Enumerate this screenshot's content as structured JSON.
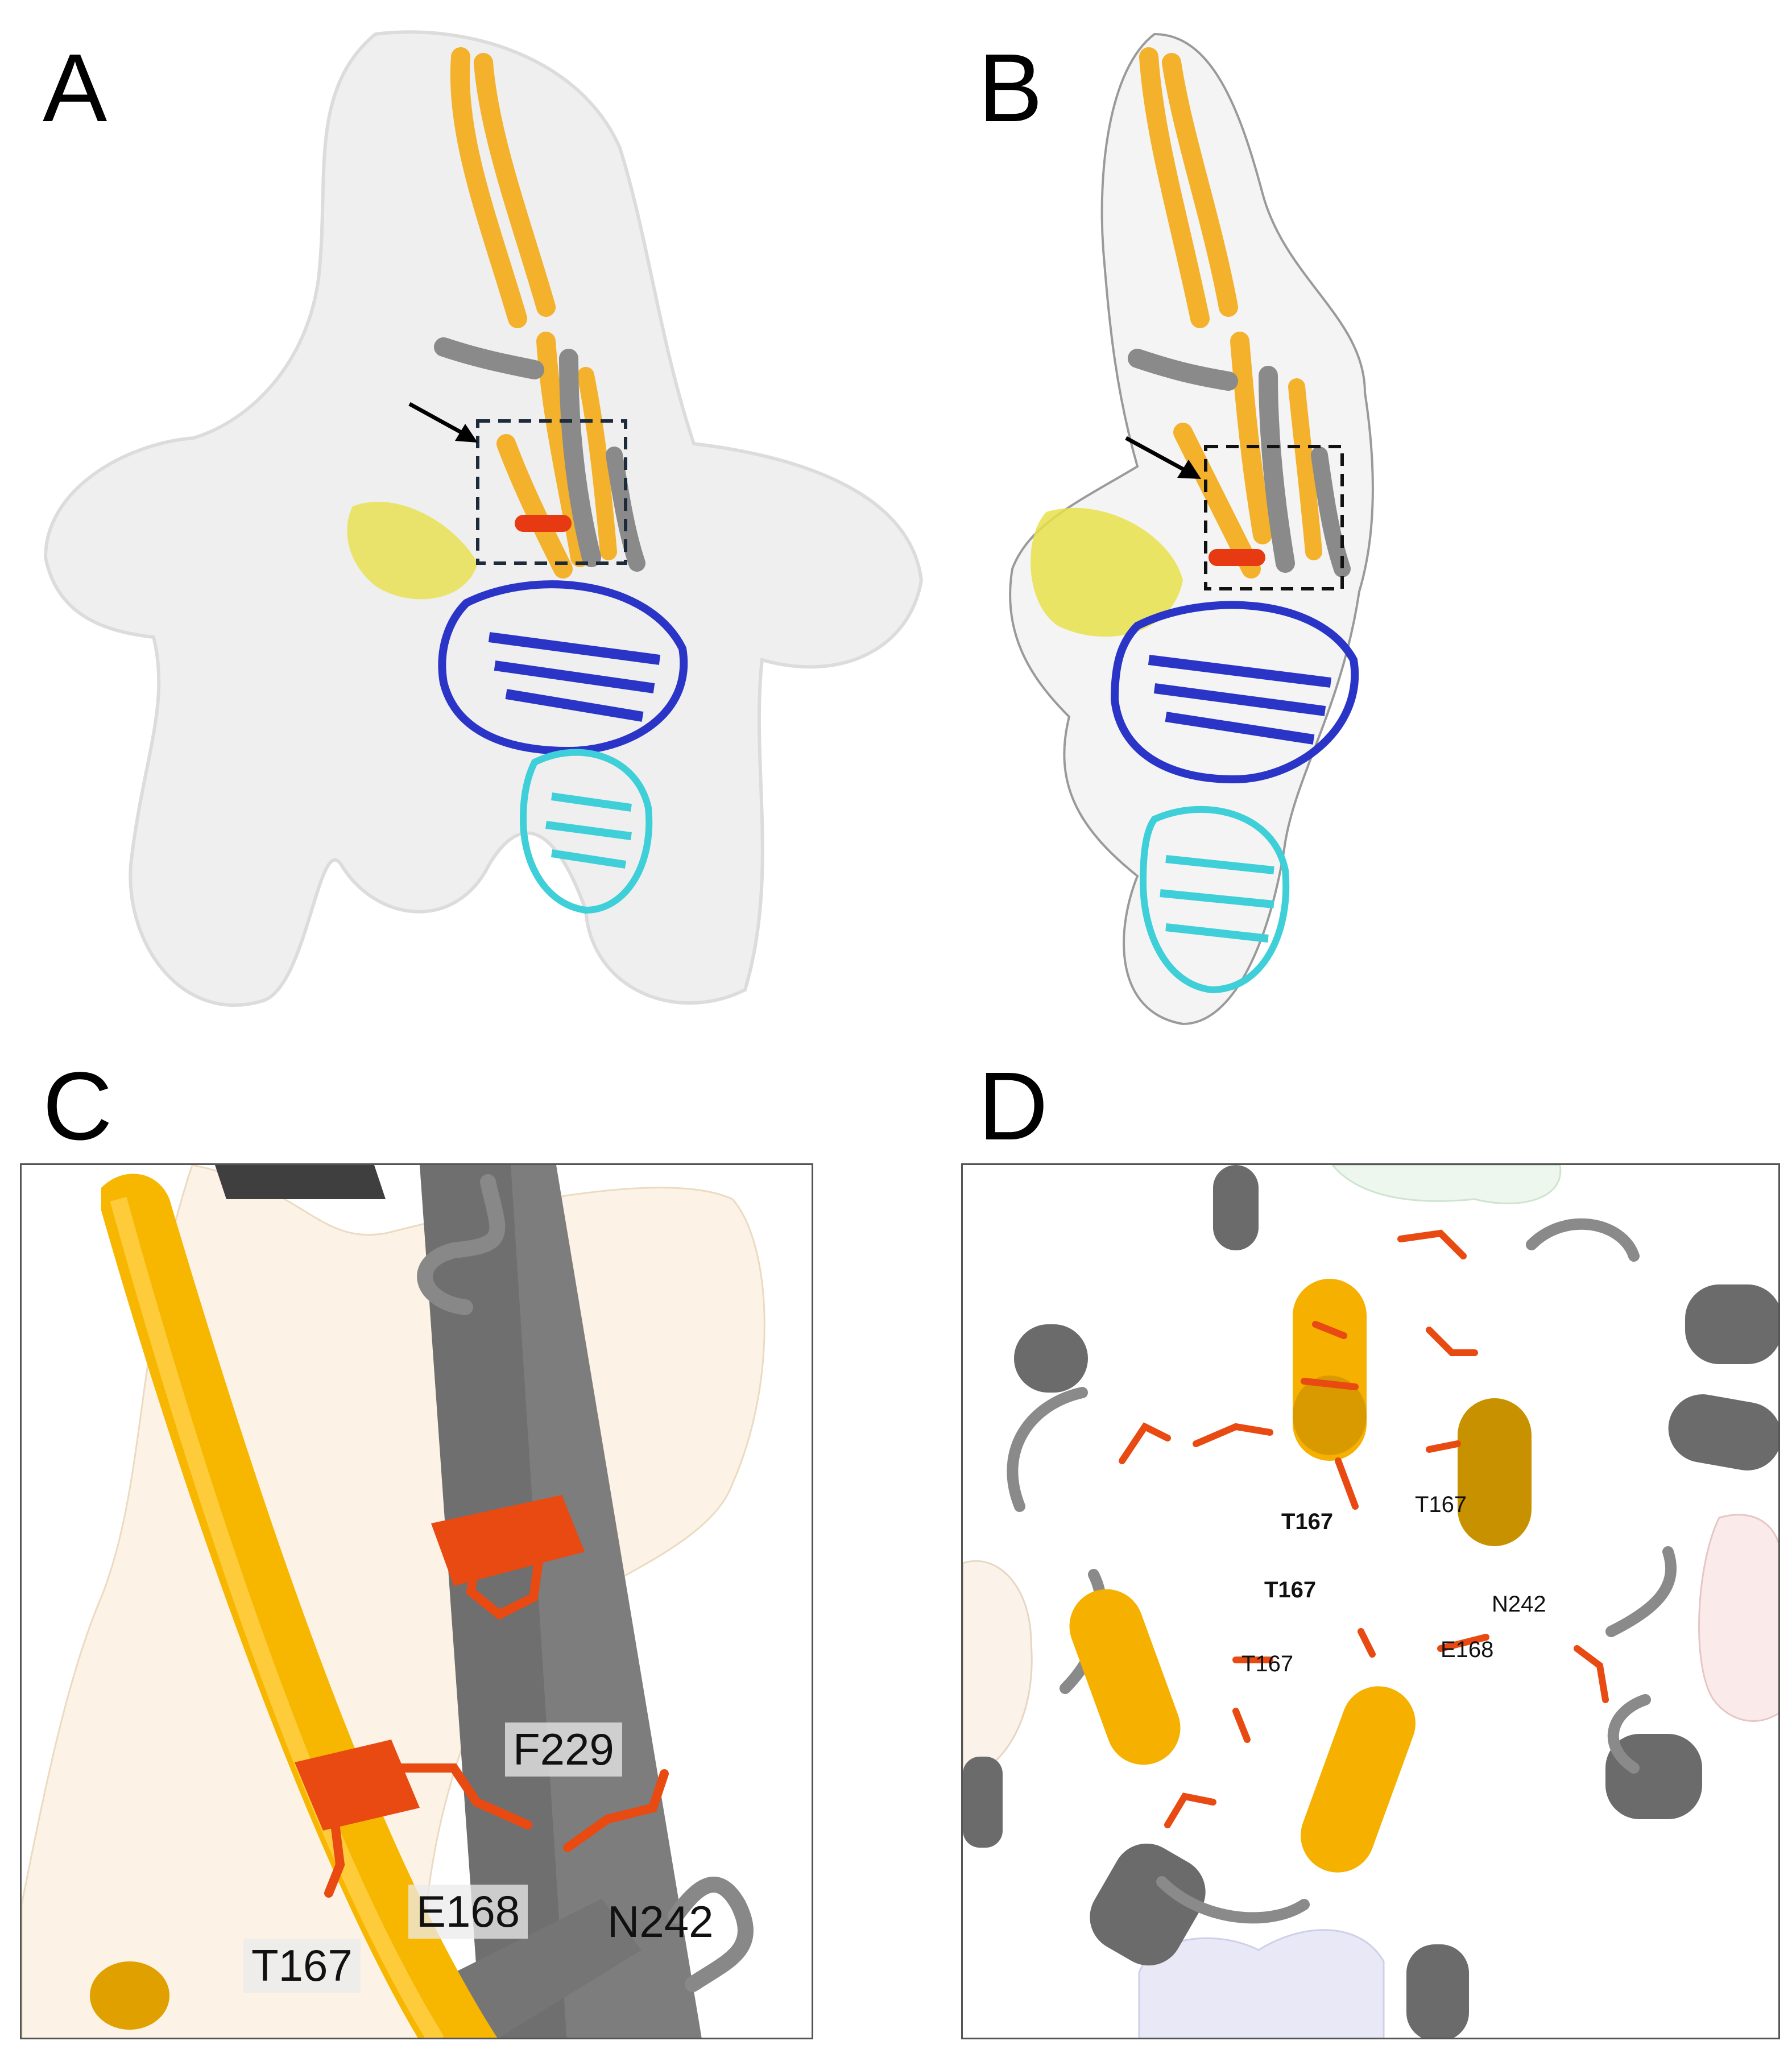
{
  "panels": {
    "a": {
      "letter": "A"
    },
    "b": {
      "letter": "B"
    },
    "c": {
      "letter": "C",
      "residues": {
        "f229": "F229",
        "e168": "E168",
        "n242": "N242",
        "t167": "T167"
      }
    },
    "d": {
      "letter": "D",
      "residues": {
        "t167_top_bold": "T167",
        "t167_top_right": "T167",
        "t167_mid_bold": "T167",
        "n242": "N242",
        "e168": "E168",
        "t167_left": "T167"
      }
    }
  },
  "colors": {
    "surface": "#efefef",
    "helix_orange": "#f3b12c",
    "helix_gray": "#7d7d7d",
    "residue_red": "#e83a12",
    "domain_yellow": "#e8e04a",
    "domain_blue": "#2a35c8",
    "domain_cyan": "#3fcfd8",
    "surface_peach": "#fbeedd"
  }
}
